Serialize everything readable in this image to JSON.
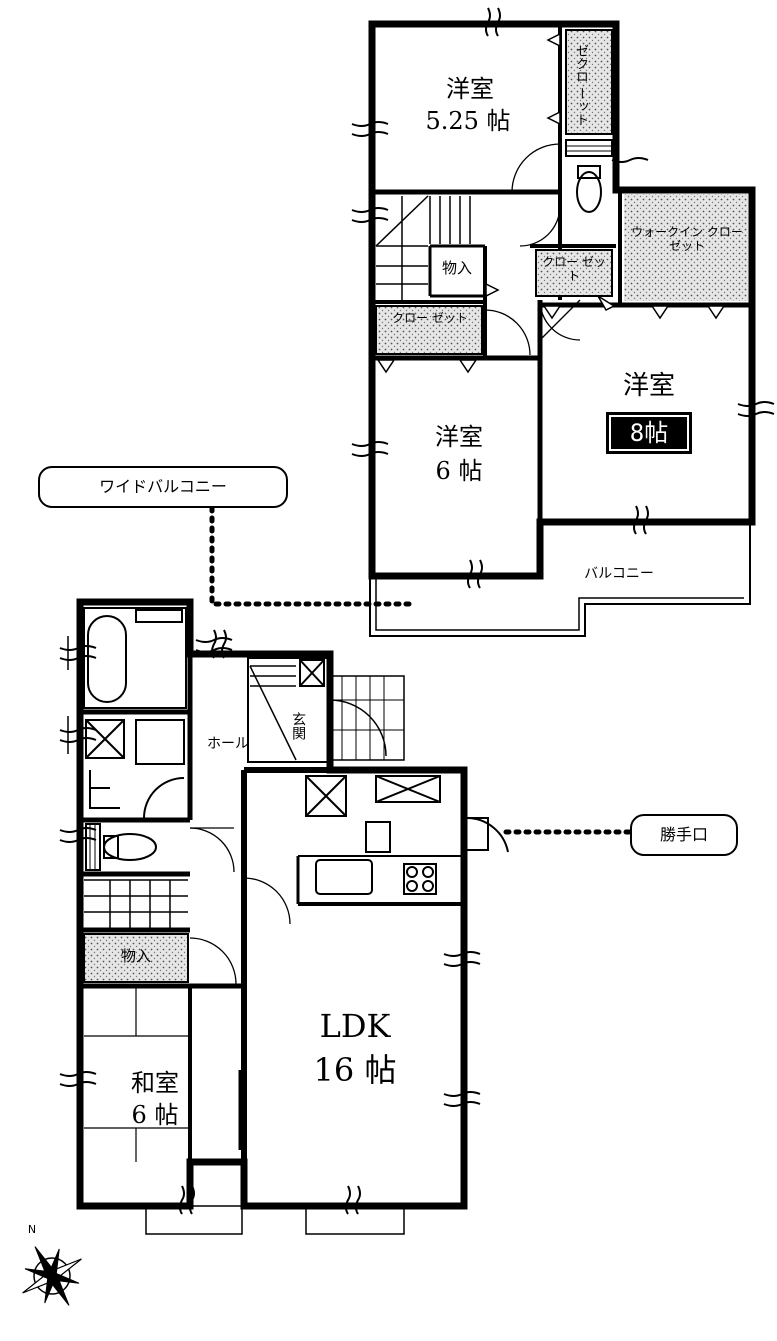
{
  "floor2": {
    "room_a": {
      "name": "洋室",
      "size": "5.25 帖"
    },
    "room_b": {
      "name": "洋室",
      "size": "6 帖"
    },
    "room_c": {
      "name": "洋室",
      "size": "8帖"
    },
    "closet_top": "ゼクロ ーット",
    "walk_in": "ウォークイン クローゼット",
    "closet_b": "クロー ゼット",
    "closet_c": "クロー ゼット",
    "storage": "物入",
    "balcony": "バルコニー",
    "callout": "ワイドバルコニー"
  },
  "floor1": {
    "ldk": {
      "name": "LDK",
      "size": "16 帖"
    },
    "washitsu": {
      "name": "和室",
      "size": "6 帖"
    },
    "hall": "ホール",
    "entrance": "玄関",
    "storage": "物入",
    "callout": "勝手口"
  },
  "compass": {
    "north_mark": "N"
  }
}
